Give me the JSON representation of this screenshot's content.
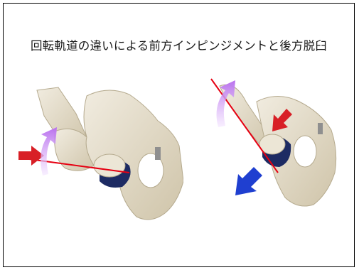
{
  "slide": {
    "title": "回転軌道の違いによる前方インピンジメントと後方脱臼"
  },
  "images": {
    "left": {
      "icon": "hip-joint-anterior-impingement-photo"
    },
    "right": {
      "icon": "hip-joint-posterior-dislocation-photo"
    }
  },
  "colors": {
    "bone": "#e8e1cf",
    "bone_shadow": "#c9bfa6",
    "liner": "#1d2b63",
    "axis_line": "#e60012",
    "red_arrow": "#d81f26",
    "blue_arrow": "#1f3fd0",
    "purple_arrow": "#c58cf0"
  }
}
